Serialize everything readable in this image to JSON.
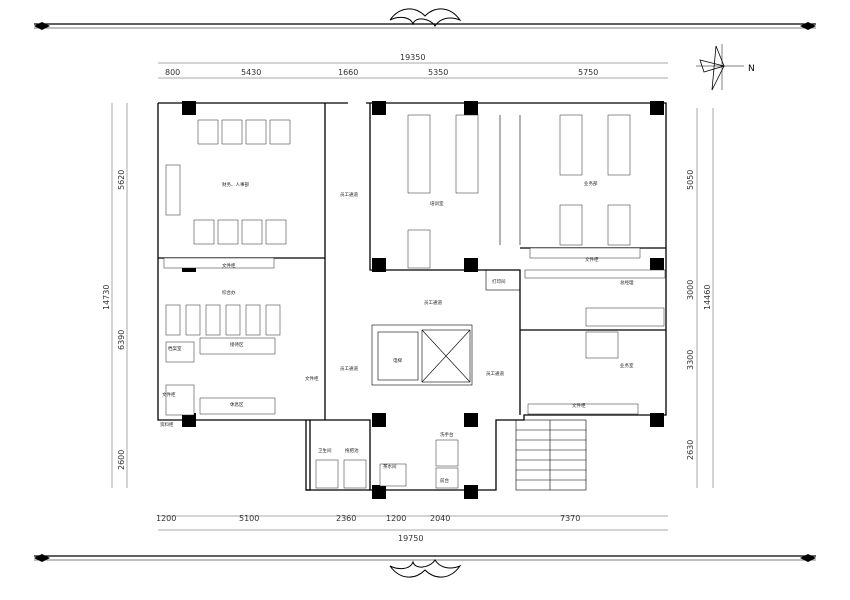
{
  "compass": {
    "label": "N"
  },
  "dimensions": {
    "top_total": "19350",
    "top_segments": [
      "800",
      "5430",
      "1660",
      "5350",
      "5750"
    ],
    "bottom_total": "19750",
    "bottom_segments": [
      "1200",
      "5100",
      "2360",
      "1200",
      "2040",
      "7370"
    ],
    "left_total": "14730",
    "left_segments": [
      "5620",
      "6390",
      "2600"
    ],
    "right_total": "14460",
    "right_segments": [
      "5050",
      "3000",
      "3300",
      "2630"
    ]
  },
  "rooms": {
    "finance_hr": "财务、人事部",
    "general_office": "综合办",
    "corridor_west_upper": "员工通道",
    "corridor_west_lower": "员工通道",
    "corridor_center": "员工通道",
    "corridor_east": "员工通道",
    "training": "培训室",
    "sales": "业务部",
    "manager": "总经理",
    "meeting": "业务室",
    "elevator": "电梯",
    "stair_small": "前台",
    "pantry": "茶水间",
    "washroom": "卫生间",
    "print": "打印间",
    "storage": "资料柜",
    "records": "档案室",
    "cabinet_a": "文件柜",
    "cabinet_b": "文件柜",
    "cabinet_c": "文件柜",
    "cabinet_d": "文件柜",
    "cabinet_e": "文件柜",
    "reception": "接待区",
    "lounge": "休息区",
    "washbasin": "洗手台",
    "mop": "拖把池"
  }
}
